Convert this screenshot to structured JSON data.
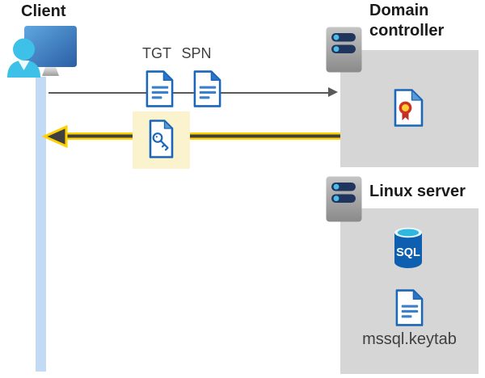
{
  "client": {
    "label": "Client"
  },
  "flow": {
    "tgt_label": "TGT",
    "spn_label": "SPN"
  },
  "domain_controller": {
    "label": "Domain controller"
  },
  "linux_server": {
    "label": "Linux server",
    "sql_badge": "SQL",
    "keytab_filename": "mssql.keytab"
  },
  "icons": {
    "client": "client-workstation-icon",
    "request_arrow": "right-arrow-icon",
    "response_arrow": "left-arrow-icon",
    "tgt": "document-icon",
    "spn": "document-icon",
    "service_ticket": "key-document-icon",
    "domain_controller": "server-icon",
    "certificate": "certificate-document-icon",
    "linux_server": "server-icon",
    "database": "sql-database-icon",
    "keytab": "document-icon"
  },
  "colors": {
    "request_arrow": "#58595B",
    "response_arrow_yellow": "#FFD100",
    "response_arrow_core": "#404040",
    "ticket_highlight": "#FAF3CD",
    "container_gray": "#D6D6D6",
    "timeline_blue": "#C3DAF4",
    "document_blue": "#1A66B8",
    "document_fold_blue": "#2E75C8",
    "sql_blue": "#0E5FB0",
    "sql_top_cyan": "#2FB7E0",
    "person_cyan": "#3EC1E9",
    "server_bar_navy": "#20355E",
    "certificate_red": "#C53328",
    "certificate_gold": "#FFCC33"
  }
}
